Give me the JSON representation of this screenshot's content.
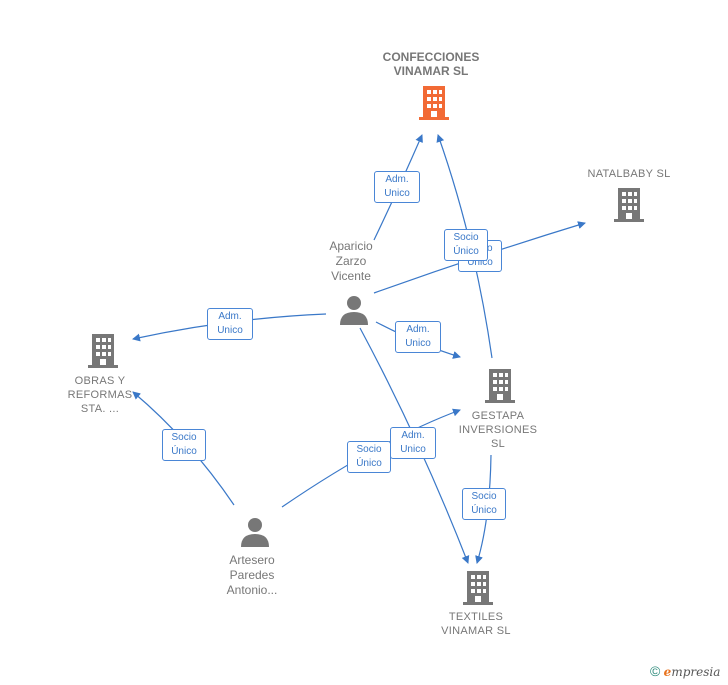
{
  "nodes": {
    "confecciones": {
      "label": "CONFECCIONES\nVINAMAR  SL",
      "color": "#f26a35"
    },
    "natalbaby": {
      "label": "NATALBABY SL",
      "color": "#777777"
    },
    "obras": {
      "label": "OBRAS Y\nREFORMAS\nSTA. ...",
      "color": "#777777"
    },
    "gestapa": {
      "label": "GESTAPA\nINVERSIONES\nSL",
      "color": "#777777"
    },
    "textiles": {
      "label": "TEXTILES\nVINAMAR  SL",
      "color": "#777777"
    },
    "aparicio": {
      "label": "Aparicio\nZarzo\nVicente",
      "color": "#777777"
    },
    "artesero": {
      "label": "Artesero\nParedes\nAntonio...",
      "color": "#777777"
    }
  },
  "edge_labels": {
    "adm_aparicio_confecciones": "Adm.\nUnico",
    "adm_aparicio_obras": "Adm.\nUnico",
    "adm_aparicio_gestapa": "Adm.\nUnico",
    "adm_aparicio_textiles": "Adm.\nUnico",
    "socio_gestapa_confecciones": "Socio\nÚnico",
    "socio_aparicio_natalbaby": "Socio\nÚnico",
    "socio_artesero_obras": "Socio\nÚnico",
    "socio_artesero_gestapa": "Socio\nÚnico",
    "socio_gestapa_textiles": "Socio\nÚnico"
  },
  "colors": {
    "edge": "#3a78c8",
    "accent": "#f26a35",
    "neutral": "#777777"
  },
  "footer": {
    "copyright": "©",
    "brand_e": "e",
    "brand_rest": "mpresia"
  }
}
